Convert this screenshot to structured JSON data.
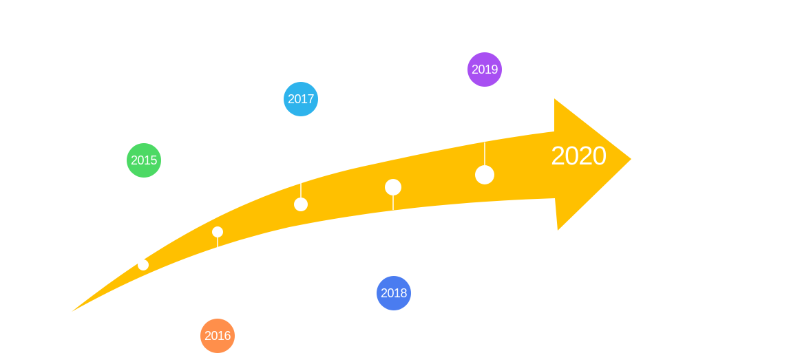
{
  "timeline": {
    "end_label": "2020",
    "arrow_color": "#FFC000",
    "milestones": [
      {
        "year": "2015",
        "color": "#4CD964",
        "placement": "above"
      },
      {
        "year": "2016",
        "color": "#FF8F4B",
        "placement": "below"
      },
      {
        "year": "2017",
        "color": "#2EB3EC",
        "placement": "above"
      },
      {
        "year": "2018",
        "color": "#4A7CF0",
        "placement": "below"
      },
      {
        "year": "2019",
        "color": "#A84FF2",
        "placement": "above"
      }
    ]
  }
}
